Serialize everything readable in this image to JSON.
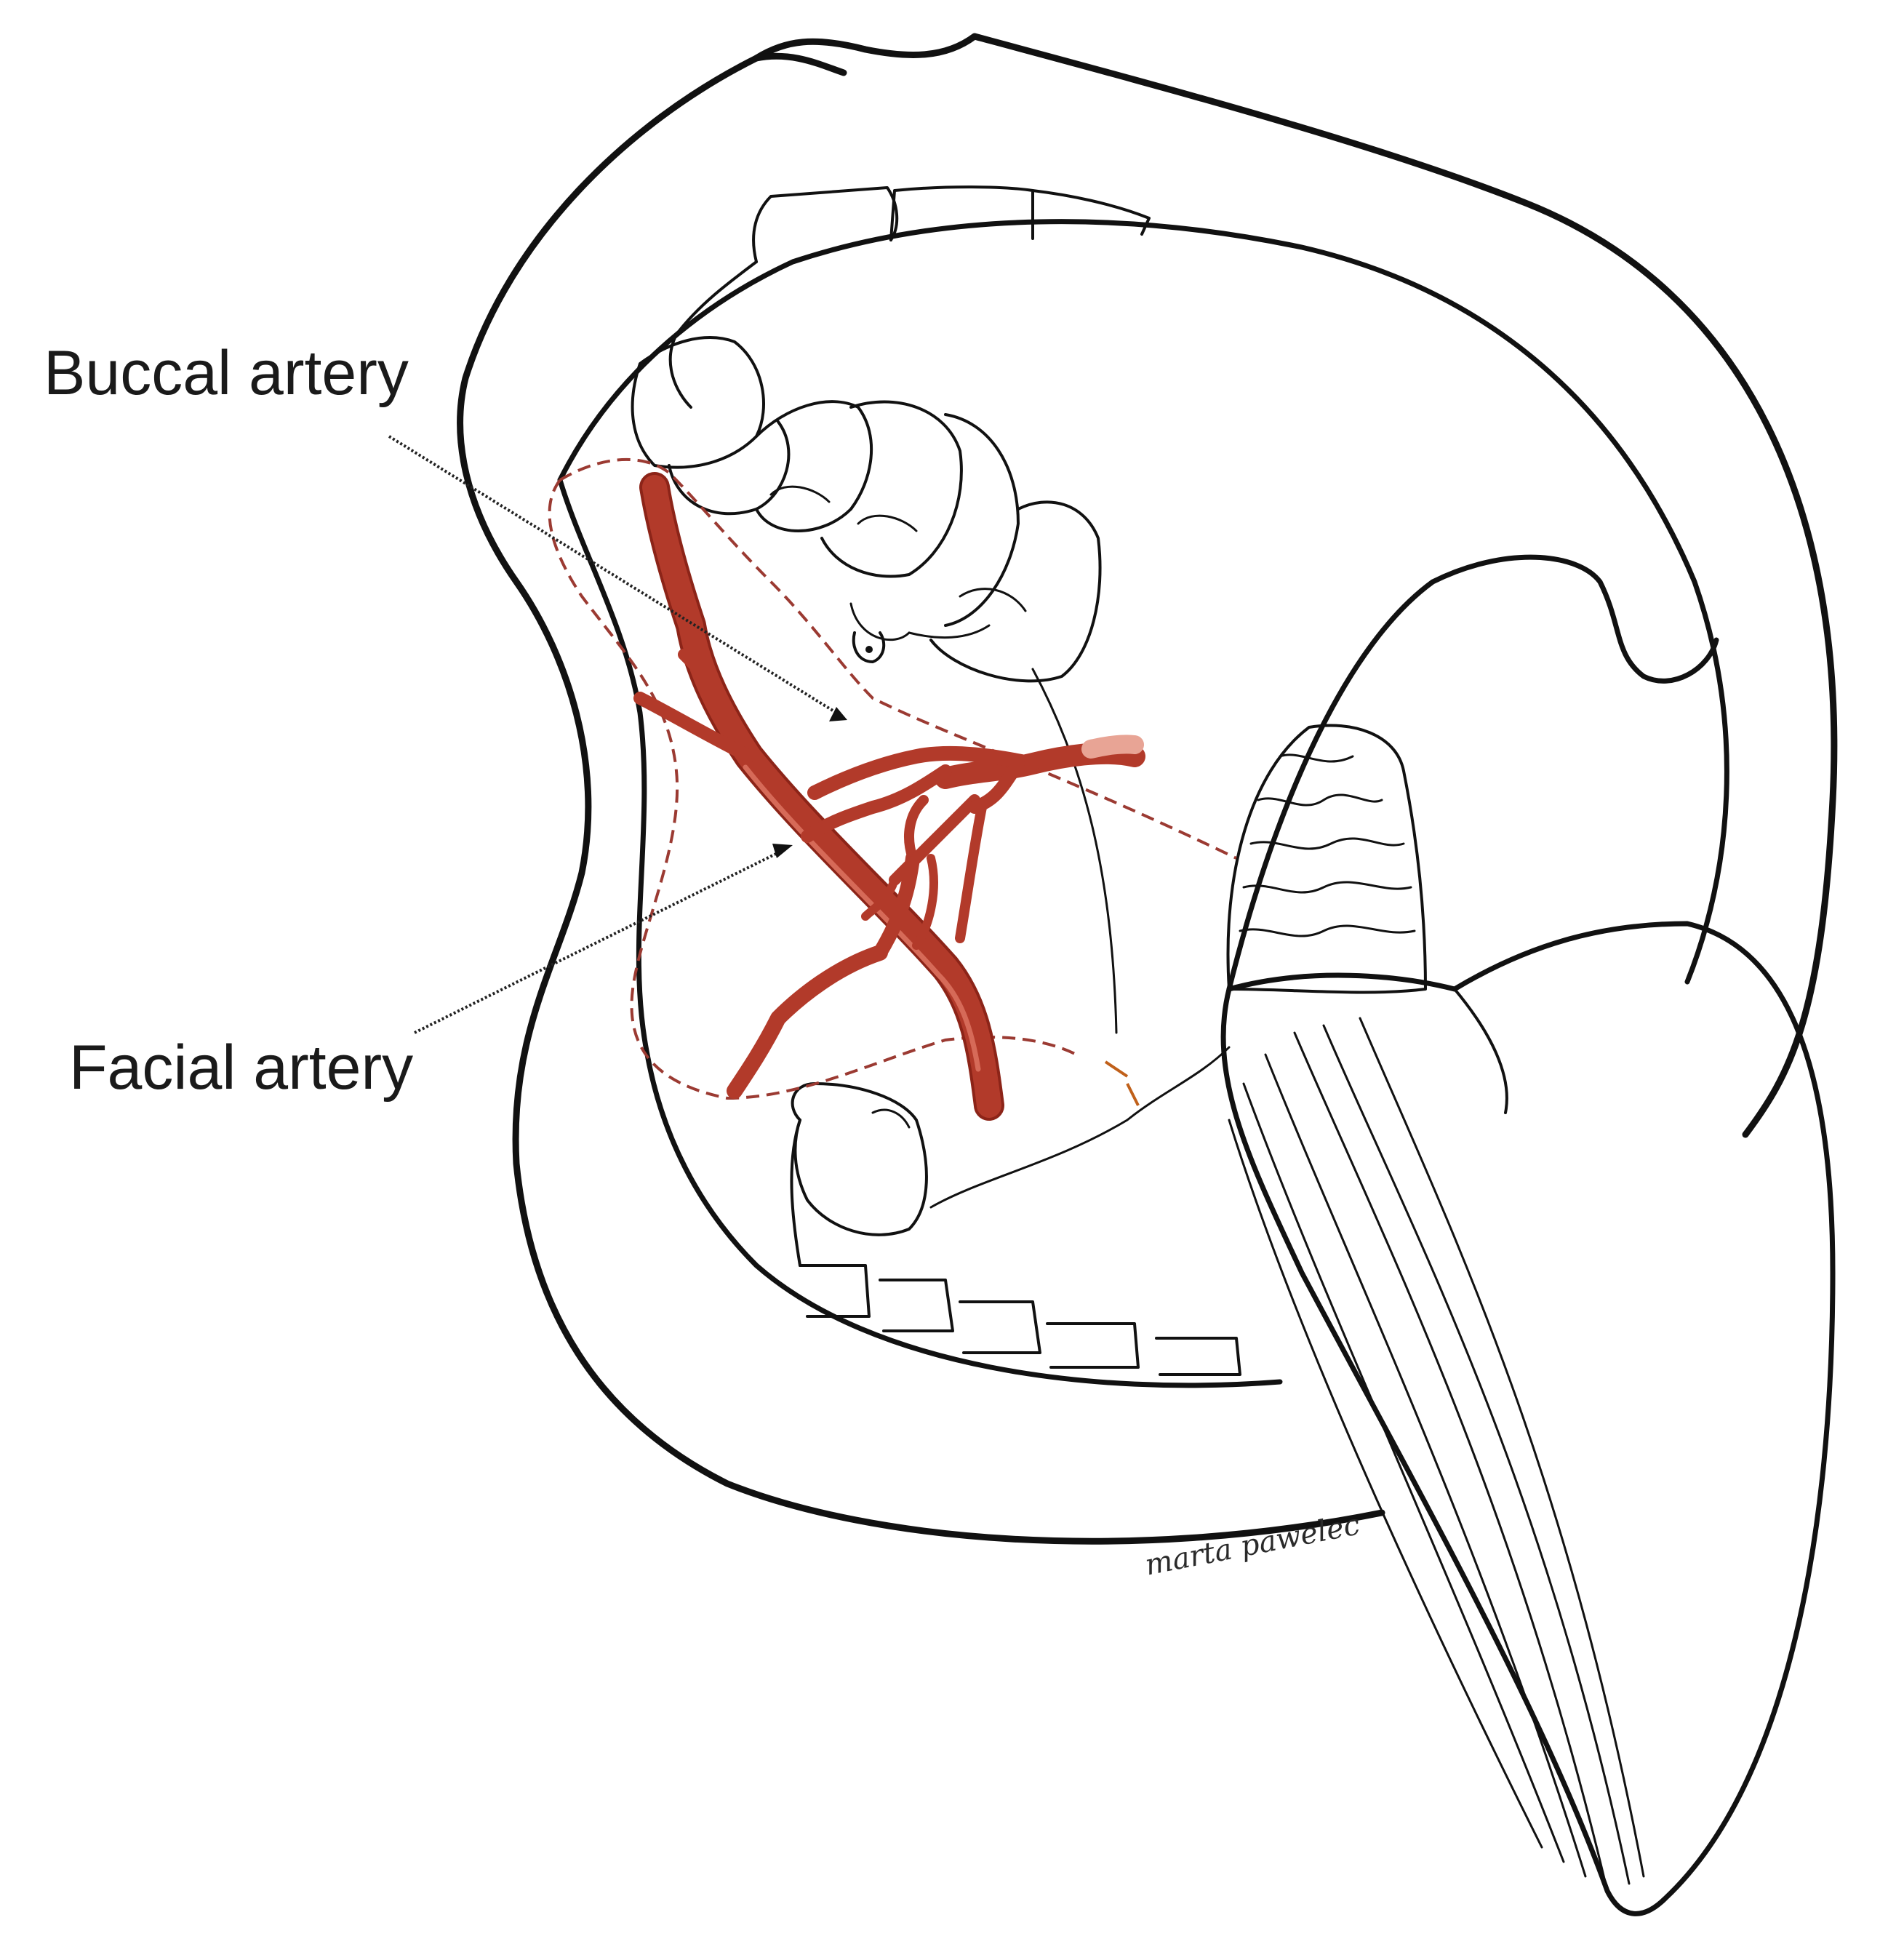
{
  "labels": {
    "buccal": "Buccal artery",
    "facial": "Facial artery"
  },
  "signature": "marta pawelec",
  "colors": {
    "artery": "#b23a2a",
    "artery_highlight": "#d66a58",
    "artery_dark": "#8c2418",
    "dashed_outline": "#9b3a32",
    "ink": "#111111",
    "background": "#ffffff"
  }
}
